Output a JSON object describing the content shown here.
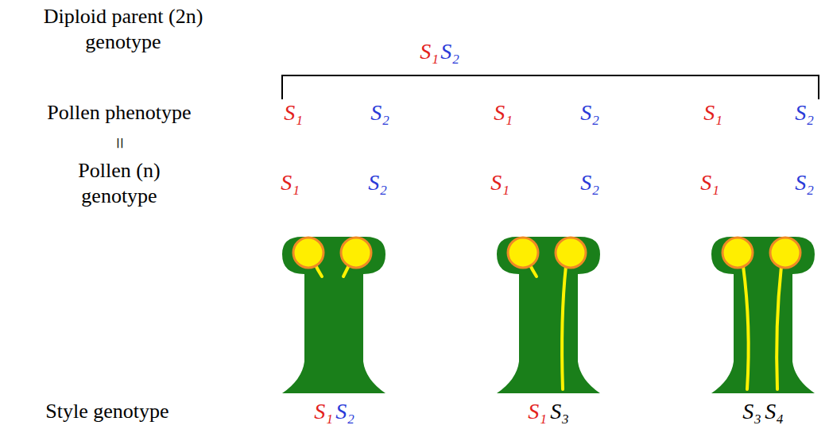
{
  "diagram": {
    "labels": [
      "Diploid parent (2n) genotype",
      "S₁",
      "S₂",
      "Pollen phenotype",
      "S₁",
      "S₂",
      "S₁",
      "S₂",
      "S₁",
      "S₂",
      "=",
      "Pollen (n) genotype",
      "S₁",
      "S₂",
      "S₁",
      "S₂",
      "S₁",
      "S₂",
      "Style genotype",
      "S₁",
      "S₂",
      "S₁",
      "S₃",
      "S₃",
      "S₄"
    ]
  }
}
